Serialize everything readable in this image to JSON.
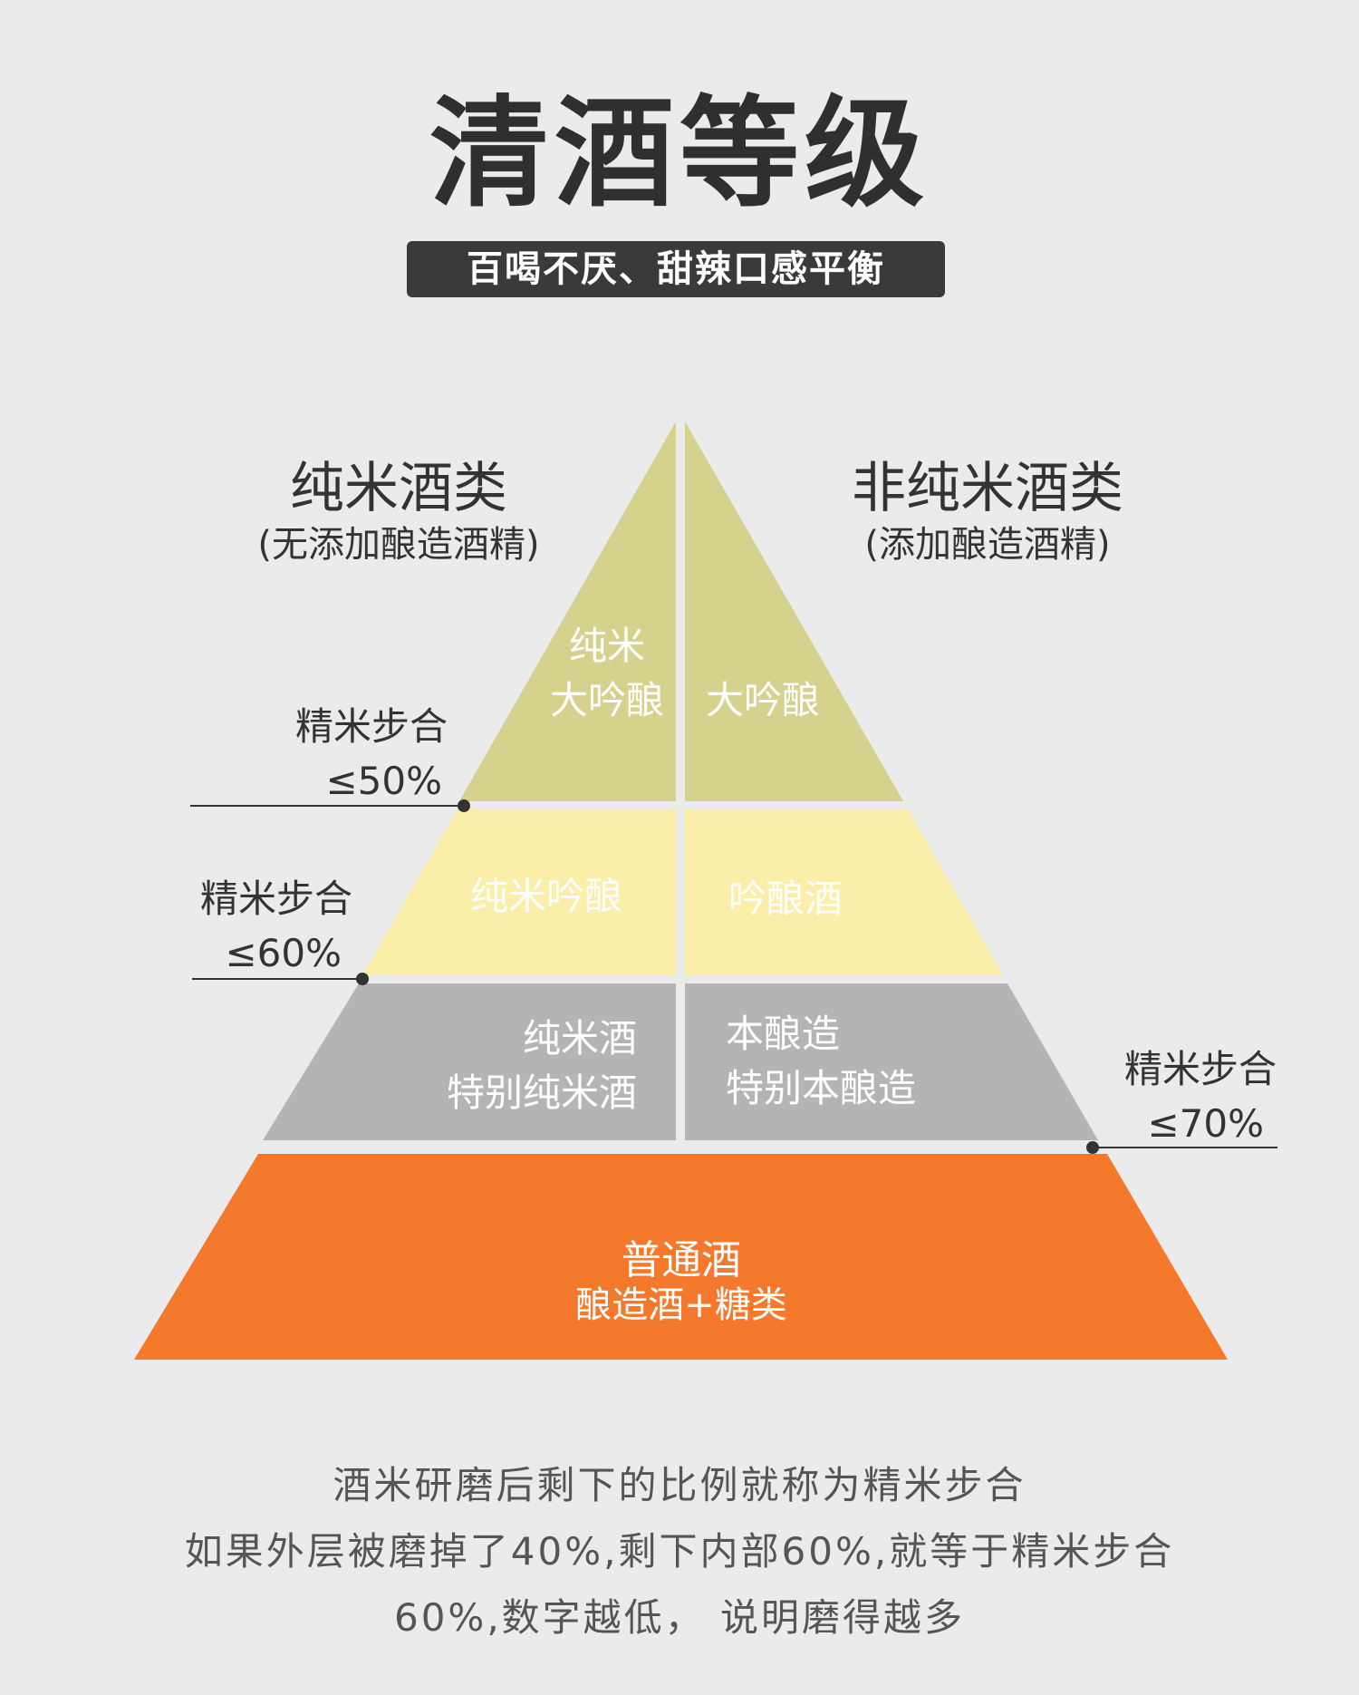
{
  "header": {
    "title": "清酒等级",
    "subtitle": "百喝不厌、甜辣口感平衡"
  },
  "categories": {
    "left": {
      "name": "纯米酒类",
      "note": "(无添加酿造酒精)"
    },
    "right": {
      "name": "非纯米酒类",
      "note": "(添加酿造酒精)"
    }
  },
  "tiers": {
    "top": {
      "left_line1": "纯米",
      "left_line2": "大吟酿",
      "right": "大吟酿",
      "color": "#d5d28d"
    },
    "second": {
      "left": "纯米吟酿",
      "right": "吟酿酒",
      "color": "#fbeea8"
    },
    "third": {
      "left_line1": "纯米酒",
      "left_line2": "特别纯米酒",
      "right_line1": "本酿造",
      "right_line2": "特别本酿造",
      "color": "#b4b4b4"
    },
    "base": {
      "line1": "普通酒",
      "line2": "酿造酒+糖类",
      "color": "#f5792c"
    }
  },
  "thresholds": [
    {
      "label": "精米步合",
      "value": "≤50%"
    },
    {
      "label": "精米步合",
      "value": "≤60%"
    },
    {
      "label": "精米步合",
      "value": "≤70%"
    }
  ],
  "footer": {
    "line1": "酒米研磨后剩下的比例就称为精米步合",
    "line2": "如果外层被磨掉了40%,剩下内部60%,就等于精米步合",
    "line3": "60%,数字越低， 说明磨得越多"
  }
}
